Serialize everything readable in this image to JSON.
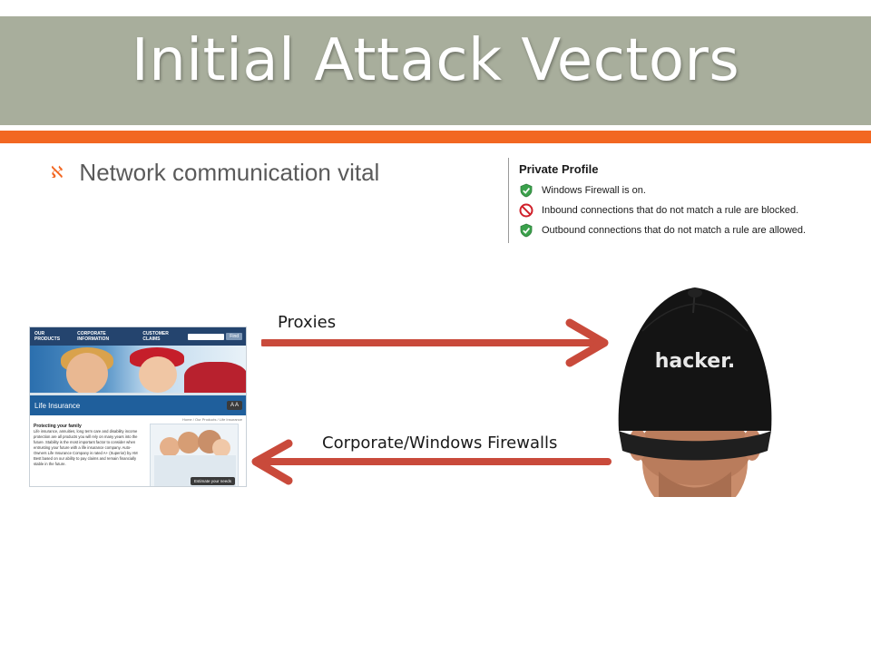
{
  "slide": {
    "title": "Initial Attack Vectors",
    "bullet": "Network communication vital"
  },
  "firewall_panel": {
    "title": "Private Profile",
    "rows": [
      {
        "text": "Windows Firewall is on.",
        "status": "check-green-shield-icon"
      },
      {
        "text": "Inbound connections that do not match a rule are blocked.",
        "status": "blocked-red-icon"
      },
      {
        "text": "Outbound connections that do not match a rule are allowed.",
        "status": "check-green-shield-icon"
      }
    ]
  },
  "website": {
    "nav": [
      "OUR PRODUCTS",
      "CORPORATE INFORMATION",
      "CUSTOMER CLAIMS"
    ],
    "search_button": "Find",
    "section_title": "Life Insurance",
    "tools_label": "A A",
    "breadcrumb": "Home / Our Products / Life Insurance",
    "heading": "Protecting your family",
    "body": "Life insurance, annuities, long term care and disability income protection are all products you will rely on many years into the future. Stability is the most important factor to consider when entrusting your future with a life insurance company. Auto-Owners Life Insurance Company is rated A+ (Superior) by AM Best based on our ability to pay claims and remain financially stable in the future.",
    "photo_button": "Estimate your needs"
  },
  "arrows": {
    "top_label": "Proxies",
    "bottom_label": "Corporate/Windows Firewalls",
    "color": "#c94a3b"
  },
  "hacker": {
    "cap_text": "hacker."
  },
  "colors": {
    "title_band": "#a8ae9c",
    "accent": "#f26722"
  }
}
